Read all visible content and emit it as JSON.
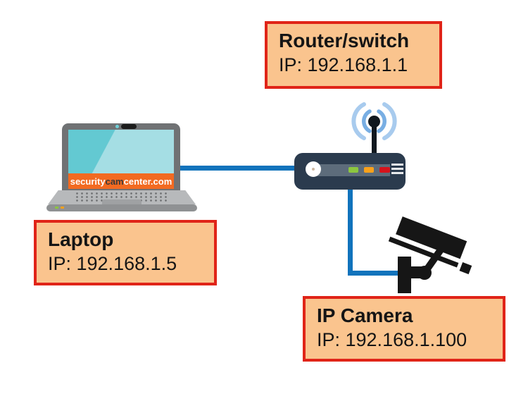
{
  "diagram": {
    "title_implicit": "Home network diagram",
    "labels": {
      "router": {
        "title": "Router/switch",
        "ip": "IP: 192.168.1.1"
      },
      "laptop": {
        "title": "Laptop",
        "ip": "IP: 192.168.1.5"
      },
      "camera": {
        "title": "IP Camera",
        "ip": "IP: 192.168.1.100"
      }
    },
    "laptop_banner": {
      "part1": "security",
      "part2": "cam",
      "part3": "center.com"
    },
    "colors": {
      "label_box_fill": "#FAC48E",
      "label_box_border": "#E02418",
      "cable_blue": "#1173BC",
      "router_body": "#2B3B4E",
      "router_strip": "#5D6C7B",
      "led_green": "#8CC63F",
      "led_orange": "#F9A11B",
      "led_red": "#D6131C",
      "wifi_wave_inner": "#78AEE3",
      "wifi_wave_outer": "#A8CBEE",
      "banner_orange": "#F26A21",
      "screen_teal_light": "#A5DEE4",
      "screen_teal_dark": "#63C9D2",
      "camera_silhouette": "#161616"
    }
  }
}
